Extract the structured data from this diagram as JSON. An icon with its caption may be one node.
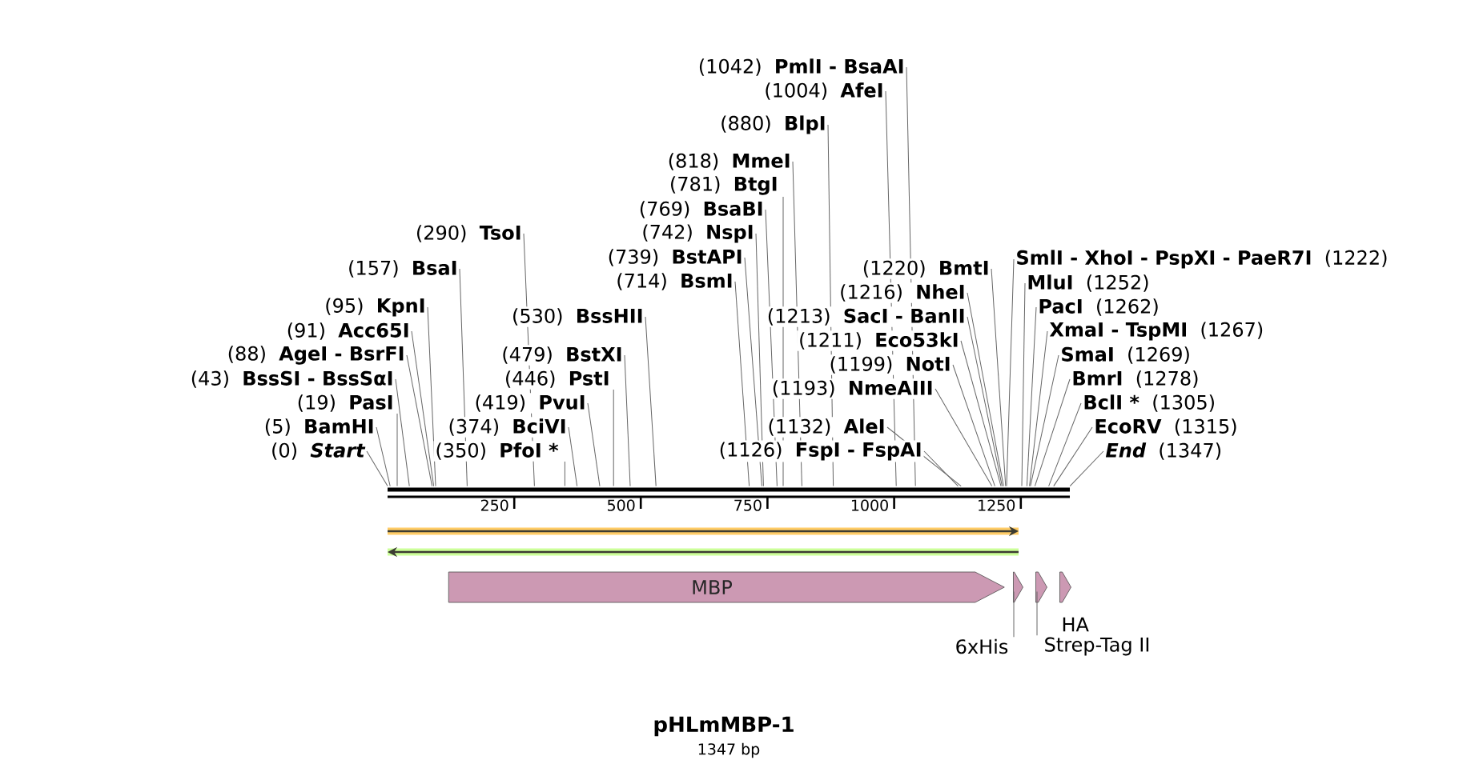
{
  "diagram": {
    "title": "pHLmMBP-1",
    "nodes": [
      {
        "text": [
          "(1042)",
          "PmlI - BsaAI"
        ]
      },
      {
        "text": [
          "(1004)",
          "AfeI"
        ]
      },
      {
        "text": [
          "(880)",
          "BlpI"
        ]
      },
      {
        "text": [
          "(818)",
          "MmeI"
        ]
      },
      {
        "text": [
          "(781)",
          "BtgI"
        ]
      },
      {
        "text": [
          "(769)",
          "BsaBI"
        ]
      },
      {
        "text": [
          "(290)",
          "TsoI"
        ]
      },
      {
        "text": [
          "(742)",
          "NspI"
        ]
      },
      {
        "text": [
          "(739)",
          "BstAPI"
        ]
      },
      {
        "text": [
          "SmlI - XhoI - PspXI - PaeR7I",
          "(1222)"
        ]
      },
      {
        "text": [
          "(157)",
          "BsaI"
        ]
      },
      {
        "text": [
          "(1220)",
          "BmtI"
        ]
      },
      {
        "text": [
          "(714)",
          "BsmI"
        ]
      },
      {
        "text": [
          "MluI",
          "(1252)"
        ]
      },
      {
        "text": [
          "(1216)",
          "NheI"
        ]
      },
      {
        "text": [
          "(95)",
          "KpnI"
        ]
      },
      {
        "text": [
          "PacI",
          "(1262)"
        ]
      },
      {
        "text": [
          "(530)",
          "BssHII"
        ]
      },
      {
        "text": [
          "(1213)",
          "SacI - BanII"
        ]
      },
      {
        "text": [
          "(91)",
          "Acc65I"
        ]
      },
      {
        "text": [
          "XmaI - TspMI",
          "(1267)"
        ]
      },
      {
        "text": [
          "(1211)",
          "Eco53kI"
        ]
      },
      {
        "text": [
          "(88)",
          "AgeI - BsrFI"
        ]
      },
      {
        "text": [
          "(479)",
          "BstXI"
        ]
      },
      {
        "text": [
          "SmaI",
          "(1269)"
        ]
      },
      {
        "text": [
          "(1199)",
          "NotI"
        ]
      },
      {
        "text": [
          "(43)",
          "BssSI - BssSαI"
        ]
      },
      {
        "text": [
          "(446)",
          "PstI"
        ]
      },
      {
        "text": [
          "BmrI",
          "(1278)"
        ]
      },
      {
        "text": [
          "(1193)",
          "NmeAIII"
        ]
      },
      {
        "text": [
          "(19)",
          "PasI"
        ]
      },
      {
        "text": [
          "(419)",
          "PvuI"
        ]
      },
      {
        "text": [
          "BclI *",
          "(1305)"
        ]
      },
      {
        "text": [
          "(5)",
          "BamHI"
        ]
      },
      {
        "text": [
          "(374)",
          "BciVI"
        ]
      },
      {
        "text": [
          "(1132)",
          "AleI"
        ]
      },
      {
        "text": [
          "EcoRV",
          "(1315)"
        ]
      },
      {
        "text": [
          "(0)",
          "Start"
        ]
      },
      {
        "text": [
          "(350)",
          "PfoI *"
        ]
      },
      {
        "text": [
          "(1126)",
          "FspI - FspAI"
        ]
      },
      {
        "text": [
          "End",
          "(1347)"
        ]
      },
      {
        "text": [],
        "shape": "bar"
      },
      {
        "text": [
          "MBP"
        ]
      },
      {
        "text": [],
        "shape": "box"
      },
      {
        "text": [],
        "shape": "box"
      },
      {
        "text": [],
        "shape": "box",
        "beside": [
          "HA"
        ]
      },
      {
        "text": [
          "6xHis"
        ]
      },
      {
        "text": [
          "Strep-Tag II"
        ]
      }
    ],
    "edges": [
      {
        "from": 0,
        "to": 41,
        "arrow": "none"
      },
      {
        "from": 1,
        "to": 41,
        "arrow": "none"
      },
      {
        "from": 2,
        "to": 41,
        "arrow": "none"
      },
      {
        "from": 3,
        "to": 41,
        "arrow": "none"
      },
      {
        "from": 4,
        "to": 41,
        "arrow": "none"
      },
      {
        "from": 5,
        "to": 41,
        "arrow": "none"
      },
      {
        "from": 6,
        "to": 41,
        "arrow": "none"
      },
      {
        "from": 7,
        "to": 41,
        "arrow": "none"
      },
      {
        "from": 8,
        "to": 41,
        "arrow": "none"
      },
      {
        "from": 9,
        "to": 41,
        "arrow": "none"
      },
      {
        "from": 10,
        "to": 41,
        "arrow": "none"
      },
      {
        "from": 11,
        "to": 41,
        "arrow": "none"
      },
      {
        "from": 12,
        "to": 41,
        "arrow": "none"
      },
      {
        "from": 13,
        "to": 41,
        "arrow": "none"
      },
      {
        "from": 14,
        "to": 41,
        "arrow": "none"
      },
      {
        "from": 15,
        "to": 41,
        "arrow": "none"
      },
      {
        "from": 16,
        "to": 41,
        "arrow": "none"
      },
      {
        "from": 17,
        "to": 41,
        "arrow": "none"
      },
      {
        "from": 18,
        "to": 41,
        "arrow": "none"
      },
      {
        "from": 19,
        "to": 41,
        "arrow": "none"
      },
      {
        "from": 20,
        "to": 41,
        "arrow": "none"
      },
      {
        "from": 21,
        "to": 41,
        "arrow": "none"
      },
      {
        "from": 22,
        "to": 41,
        "arrow": "none"
      },
      {
        "from": 23,
        "to": 41,
        "arrow": "none"
      },
      {
        "from": 24,
        "to": 41,
        "arrow": "none"
      },
      {
        "from": 25,
        "to": 41,
        "arrow": "none"
      },
      {
        "from": 26,
        "to": 41,
        "arrow": "none"
      },
      {
        "from": 27,
        "to": 41,
        "arrow": "none"
      },
      {
        "from": 28,
        "to": 41,
        "arrow": "none"
      },
      {
        "from": 29,
        "to": 41,
        "arrow": "none"
      },
      {
        "from": 30,
        "to": 41,
        "arrow": "none"
      },
      {
        "from": 31,
        "to": 41,
        "arrow": "none"
      },
      {
        "from": 32,
        "to": 41,
        "arrow": "none"
      },
      {
        "from": 33,
        "to": 41,
        "arrow": "none"
      },
      {
        "from": 34,
        "to": 41,
        "arrow": "none"
      },
      {
        "from": 35,
        "to": 41,
        "arrow": "none"
      },
      {
        "from": 36,
        "to": 41,
        "arrow": "none"
      },
      {
        "from": 37,
        "to": 41,
        "arrow": "none"
      },
      {
        "from": 38,
        "to": 41,
        "arrow": "none"
      },
      {
        "from": 39,
        "to": 41,
        "arrow": "none"
      },
      {
        "from": 40,
        "to": 41,
        "arrow": "none"
      },
      {
        "from": 46,
        "to": 43,
        "arrow": "none"
      },
      {
        "from": 47,
        "to": 44,
        "arrow": "none"
      }
    ],
    "labels": [
      "250",
      "500",
      "750",
      "1000",
      "1250",
      "1347 bp"
    ]
  }
}
